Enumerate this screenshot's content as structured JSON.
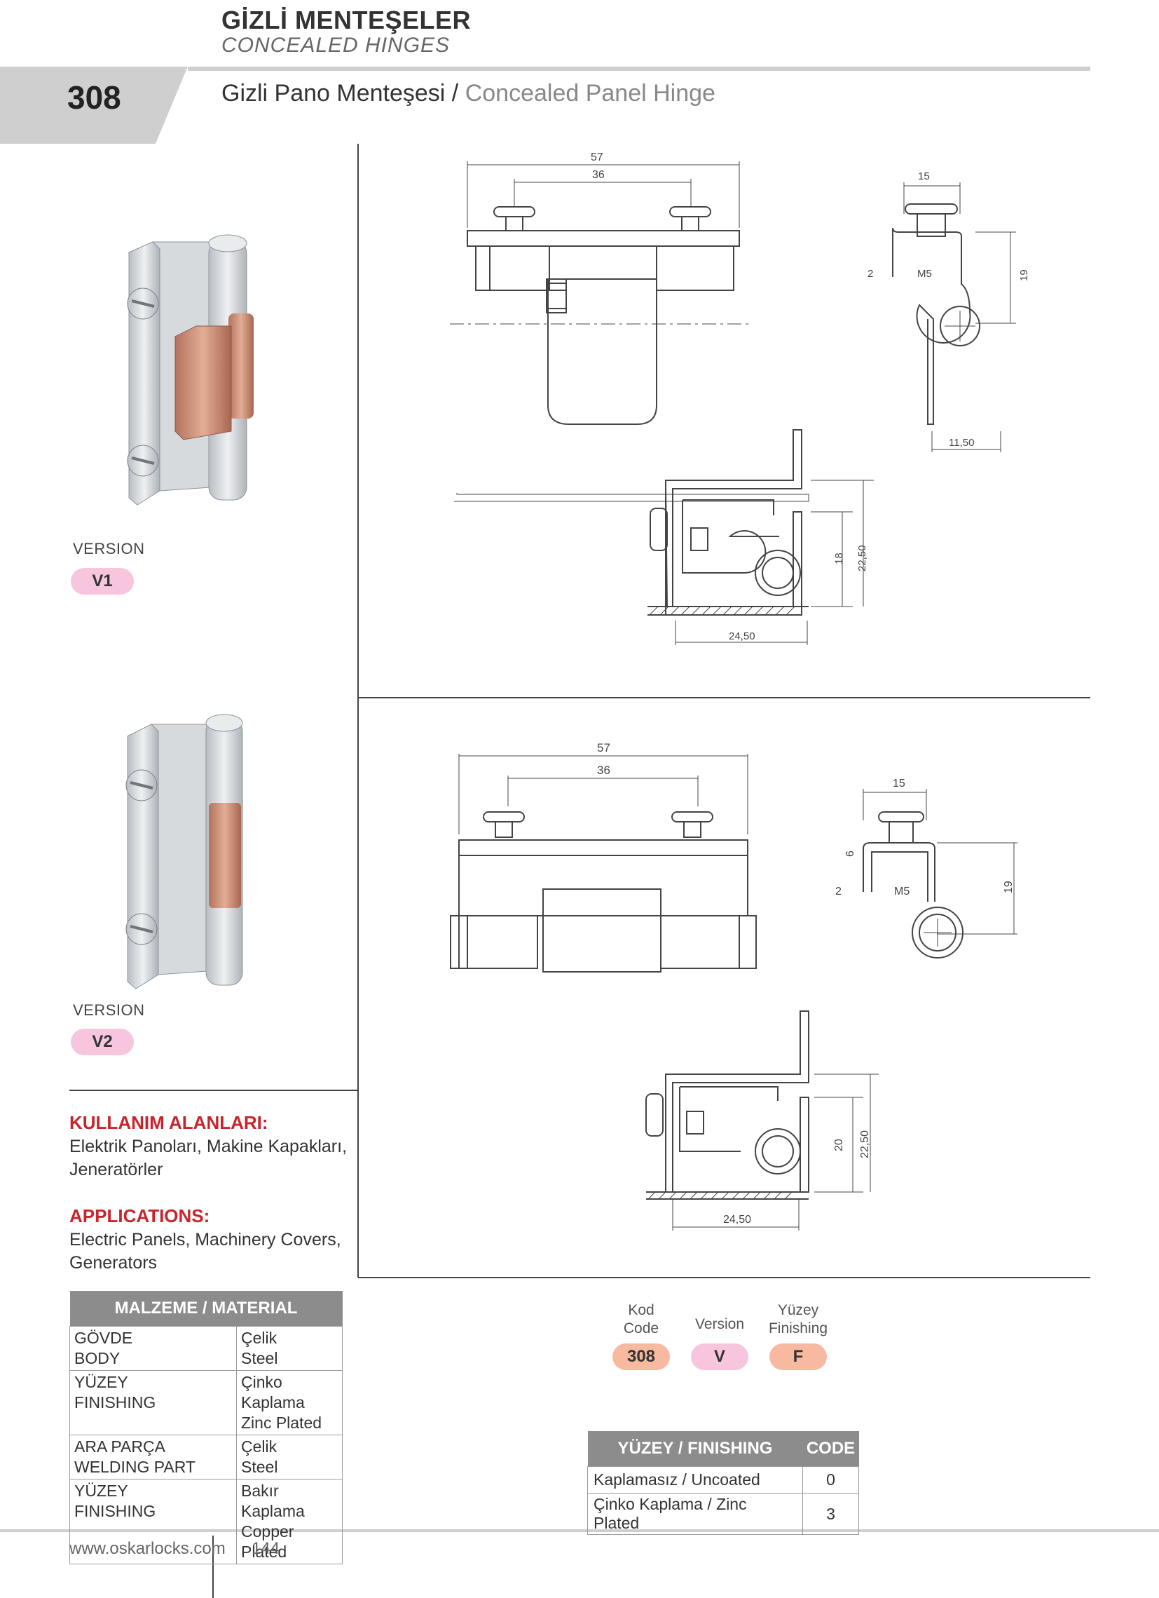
{
  "header": {
    "title_tr": "GİZLİ MENTEŞELER",
    "title_en": "CONCEALED HINGES",
    "product_number": "308",
    "product_title_tr": "Gizli Pano Menteşesi / ",
    "product_title_en": "Concealed Panel Hinge"
  },
  "versions": [
    {
      "label": "VERSION",
      "code": "V1"
    },
    {
      "label": "VERSION",
      "code": "V2"
    }
  ],
  "drawing_v1": {
    "front": {
      "overall": "57",
      "pitch": "36"
    },
    "side": {
      "width": "15",
      "thickness": "2",
      "thread": "M5",
      "height": "19",
      "offset": "11,50"
    },
    "section": {
      "inner": "18",
      "outer": "22,50",
      "depth": "24,50"
    }
  },
  "drawing_v2": {
    "front": {
      "overall": "57",
      "pitch": "36"
    },
    "side": {
      "width": "15",
      "gap": "6",
      "thickness": "2",
      "thread": "M5",
      "height": "19"
    },
    "section": {
      "inner": "20",
      "outer": "22,50",
      "depth": "24,50"
    }
  },
  "applications": {
    "title_tr": "KULLANIM ALANLARI:",
    "text_tr": "Elektrik Panoları, Makine Kapakları, Jeneratörler",
    "title_en": "APPLICATIONS:",
    "text_en": "Electric Panels, Machinery Covers, Generators"
  },
  "material_table": {
    "header": "MALZEME / MATERIAL",
    "rows": [
      {
        "part": [
          "GÖVDE",
          "BODY"
        ],
        "value": [
          "Çelik",
          "Steel"
        ]
      },
      {
        "part": [
          "YÜZEY",
          "FINISHING"
        ],
        "value": [
          "Çinko Kaplama",
          "Zinc Plated"
        ]
      },
      {
        "part": [
          "ARA PARÇA",
          "WELDING PART"
        ],
        "value": [
          "Çelik",
          "Steel"
        ]
      },
      {
        "part": [
          "YÜZEY",
          "FINISHING"
        ],
        "value": [
          "Bakır Kaplama",
          "Copper Plated"
        ]
      }
    ]
  },
  "ordering_code": {
    "columns": [
      {
        "label": [
          "Kod",
          "Code"
        ],
        "value": "308",
        "color": "#f7b9a0"
      },
      {
        "label": [
          "Version",
          ""
        ],
        "value": "V",
        "color": "#f7c6de"
      },
      {
        "label": [
          "Yüzey",
          "Finishing"
        ],
        "value": "F",
        "color": "#f7b9a0"
      }
    ]
  },
  "finishing_table": {
    "header_left": "YÜZEY / FINISHING",
    "header_right": "CODE",
    "rows": [
      {
        "name": "Kaplamasız / Uncoated",
        "code": "0"
      },
      {
        "name": "Çinko Kaplama / Zinc Plated",
        "code": "3"
      }
    ]
  },
  "footer": {
    "website": "www.oskarlocks.com",
    "page": "144"
  },
  "colors": {
    "accent_red": "#c8242b",
    "pink_pill": "#f7c6de",
    "salmon_pill": "#f7b9a0",
    "gray_band": "#cfcfcf",
    "table_header": "#8c8c8c",
    "copper": "#c98b72"
  }
}
